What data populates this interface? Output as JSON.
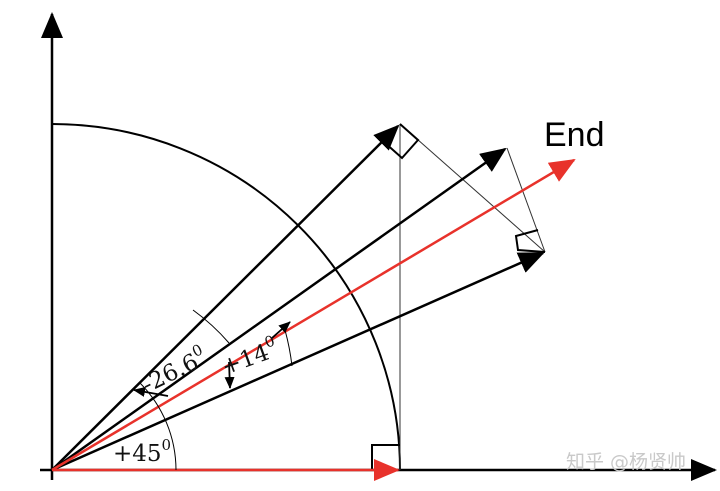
{
  "labels": {
    "end": "End",
    "angle_45": "+45",
    "angle_neg26": "-26.6",
    "angle_14": "+14",
    "degree": "0"
  },
  "watermark": "知乎 @杨贤帅",
  "colors": {
    "line": "#000000",
    "red_vector": "#e8322b",
    "thin_line": "#333333",
    "watermark": "#c9c9c9"
  }
}
